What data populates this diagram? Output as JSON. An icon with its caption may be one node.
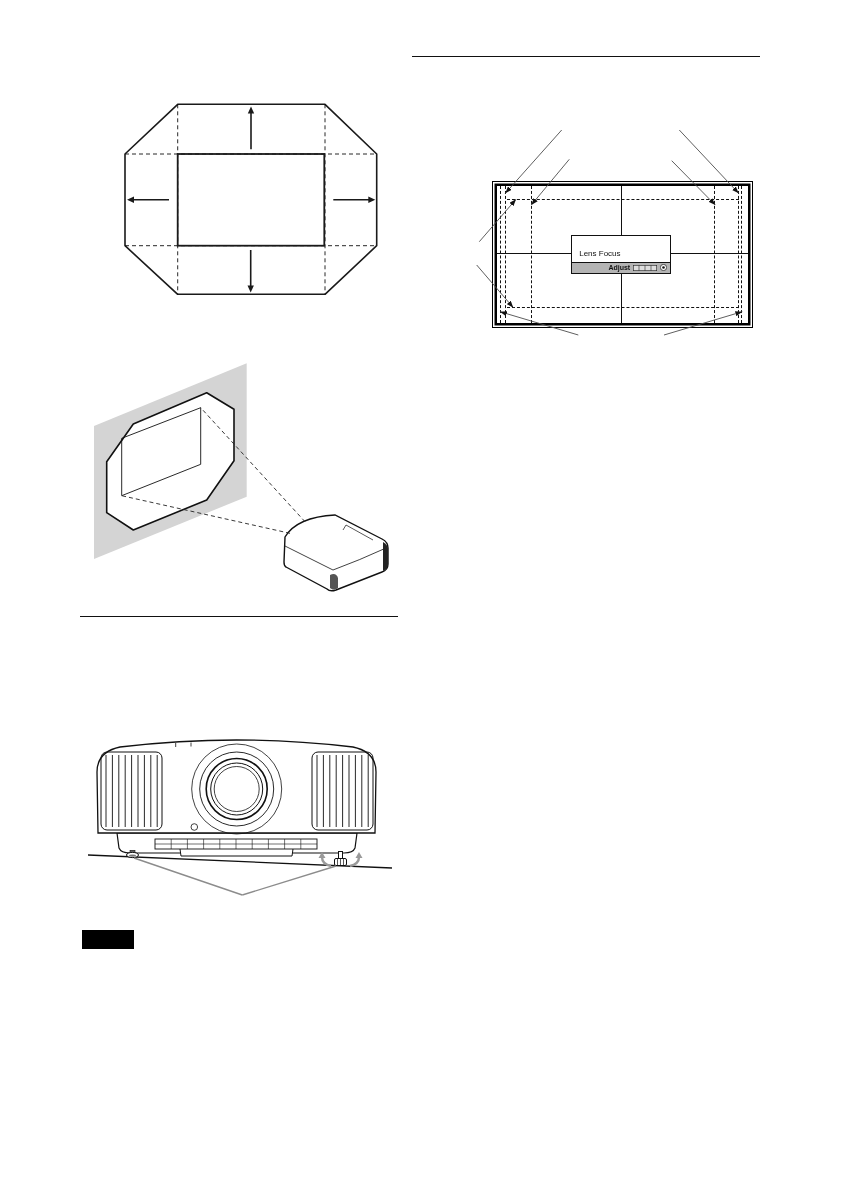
{
  "diagram": {
    "nodes": [
      {
        "text": [],
        "shape": "box"
      },
      {
        "text": [],
        "shape": "picture"
      },
      {
        "text": [],
        "shape": "picture"
      },
      {
        "text": [],
        "shape": "picture"
      },
      {
        "text": [],
        "shape": "box"
      },
      {
        "text": [],
        "shape": "box",
        "in": 4
      },
      {
        "text": [],
        "shape": "box",
        "in": 5
      },
      {
        "text": [],
        "shape": "box",
        "in": 6
      },
      {
        "text": [],
        "shape": "box",
        "in": 6
      },
      {
        "text": [
          "Lens Focus",
          "Adjust"
        ]
      }
    ],
    "edges": [
      {
        "from": 1,
        "to": 0,
        "arrow": "none",
        "style": "dashed",
        "color": "#222222"
      },
      {
        "from": 1,
        "to": 0,
        "arrow": "none",
        "style": "dashed",
        "color": "#222222"
      },
      {
        "from": null,
        "to": 2,
        "arrow": "none",
        "color": "#8c8c8c"
      },
      {
        "from": null,
        "to": 3,
        "arrow": "none",
        "color": "#8c8c8c"
      },
      {
        "from": null,
        "to": 6,
        "arrow": "to"
      },
      {
        "from": null,
        "to": 8,
        "arrow": "to"
      },
      {
        "from": null,
        "to": 6,
        "arrow": "to"
      },
      {
        "from": null,
        "to": 8,
        "arrow": "to"
      },
      {
        "from": null,
        "to": 7,
        "arrow": "to"
      },
      {
        "from": null,
        "to": 7,
        "arrow": "to"
      },
      {
        "from": null,
        "to": 5,
        "arrow": "to"
      },
      {
        "from": null,
        "to": 5,
        "arrow": "to"
      }
    ]
  }
}
